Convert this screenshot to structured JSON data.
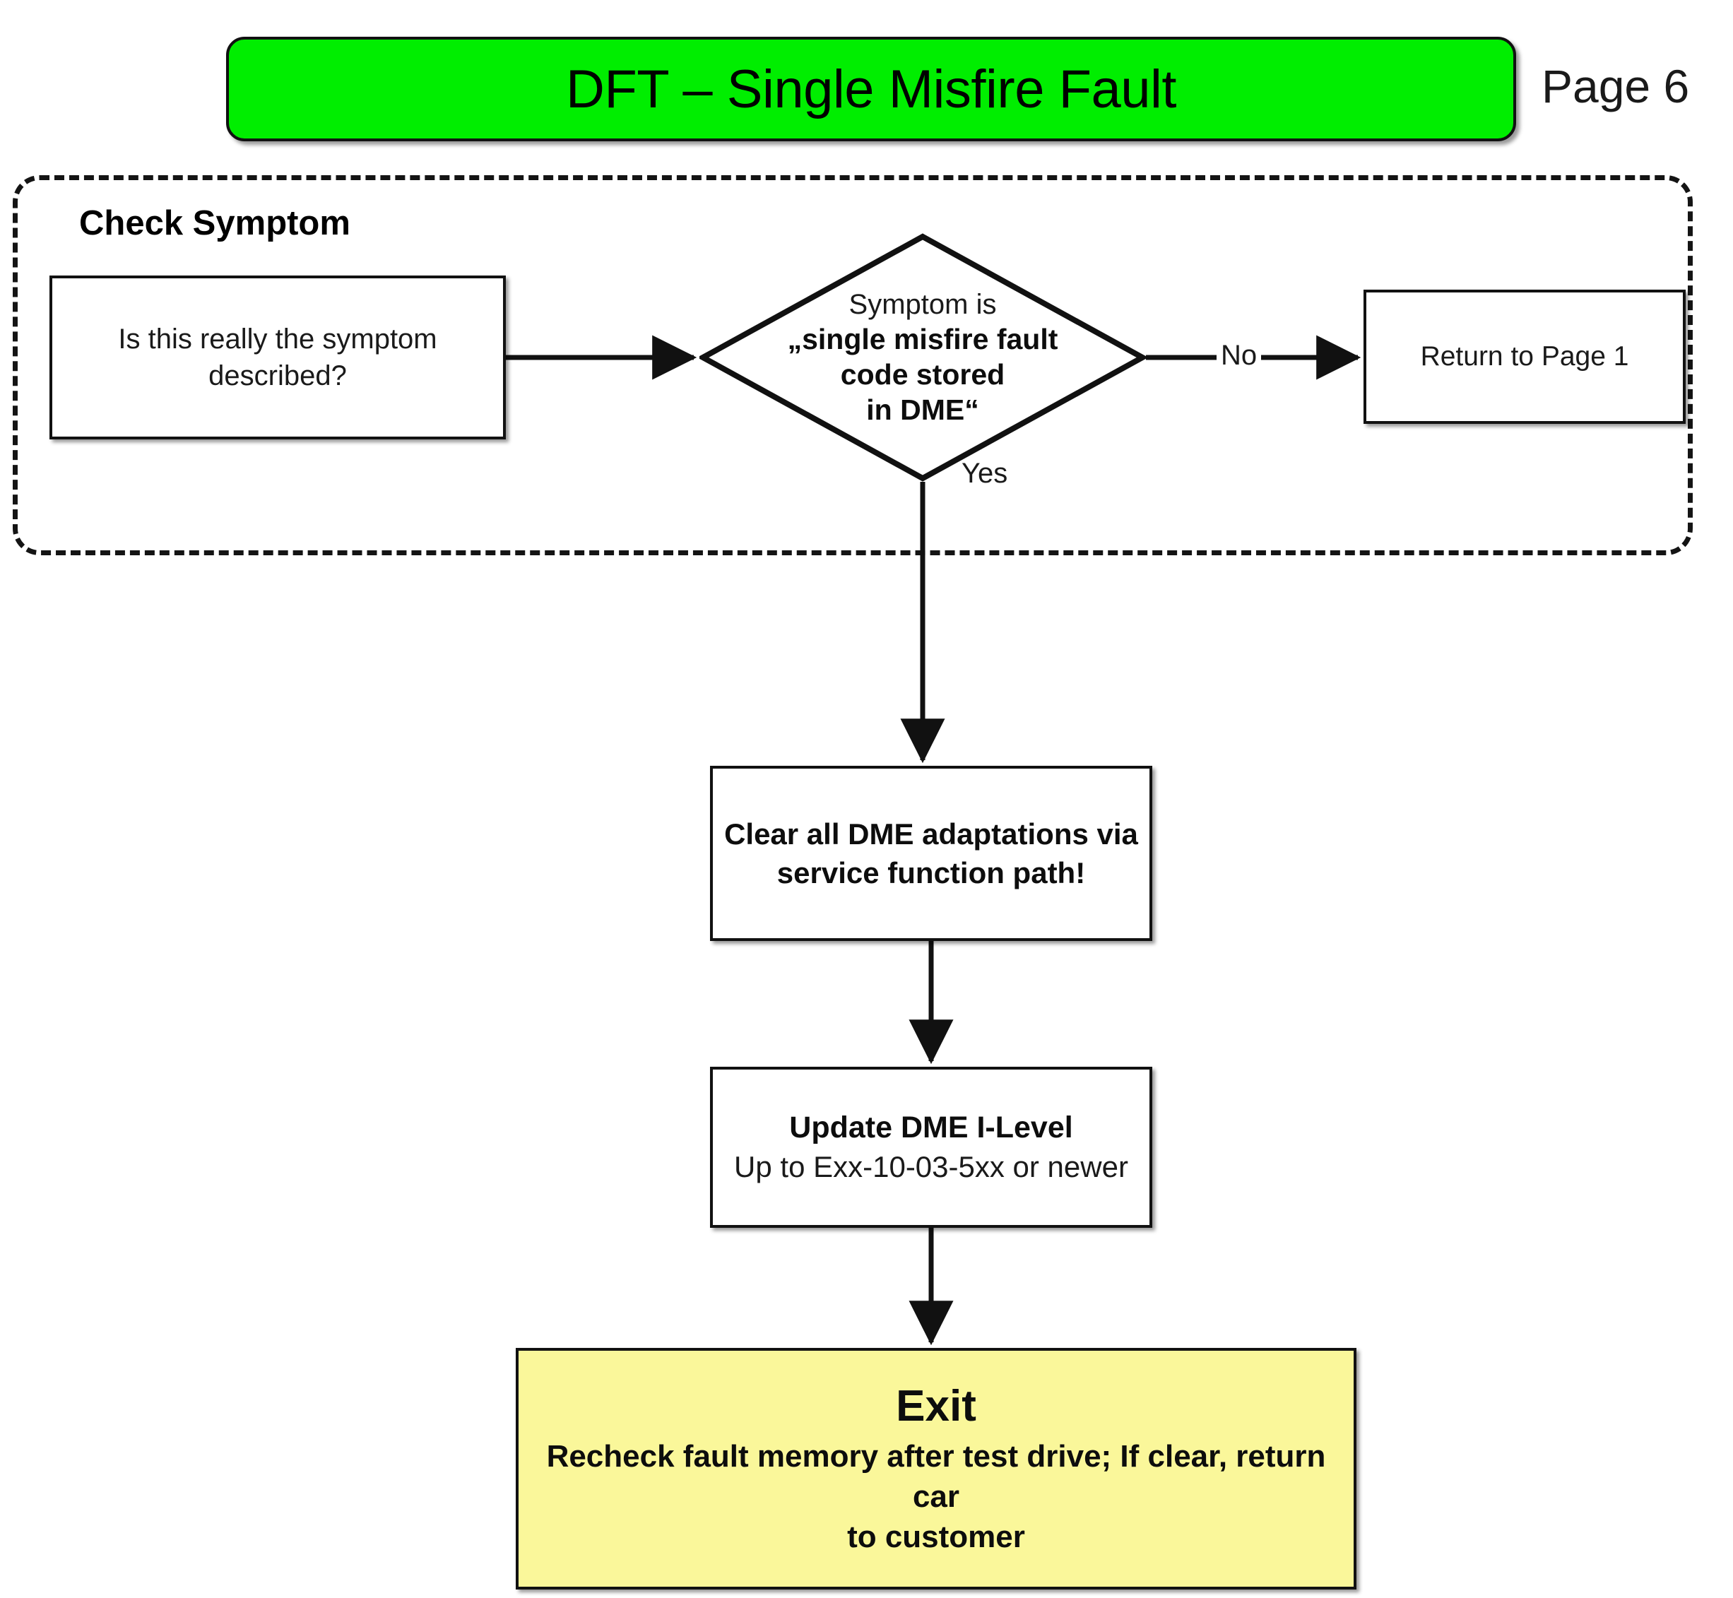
{
  "header": {
    "title": "DFT – Single Misfire Fault",
    "page_label": "Page 6",
    "banner_color": "#00EE00"
  },
  "diagram": {
    "type": "flowchart",
    "group": {
      "name": "check-symptom-group",
      "title": "Check Symptom",
      "border_style": "dashed"
    },
    "nodes": [
      {
        "id": "symptom-question",
        "shape": "process",
        "lines": [
          "Is this really the symptom",
          "described?"
        ],
        "bold": false
      },
      {
        "id": "symptom-decision",
        "shape": "decision",
        "lines_normal": [
          "Symptom is"
        ],
        "lines_bold": [
          "„single misfire fault",
          "code stored",
          "in DME“"
        ]
      },
      {
        "id": "return-page1",
        "shape": "process",
        "lines": [
          "Return to Page 1"
        ],
        "bold": false
      },
      {
        "id": "clear-adaptations",
        "shape": "process",
        "lines": [
          "Clear all DME adaptations via",
          "service function path!"
        ],
        "bold": true
      },
      {
        "id": "update-ilevel",
        "shape": "process",
        "line_strong": "Update DME I-Level",
        "line_normal": "Up to Exx-10-03-5xx or newer"
      },
      {
        "id": "exit",
        "shape": "terminator",
        "title": "Exit",
        "sub_lines": [
          "Recheck fault memory after test drive; If clear, return car",
          "to customer"
        ],
        "fill_color": "#FAF79A"
      }
    ],
    "edges": [
      {
        "from": "symptom-question",
        "to": "symptom-decision",
        "label": ""
      },
      {
        "from": "symptom-decision",
        "to": "return-page1",
        "label": "No"
      },
      {
        "from": "symptom-decision",
        "to": "clear-adaptations",
        "label": "Yes"
      },
      {
        "from": "clear-adaptations",
        "to": "update-ilevel",
        "label": ""
      },
      {
        "from": "update-ilevel",
        "to": "exit",
        "label": ""
      }
    ]
  }
}
